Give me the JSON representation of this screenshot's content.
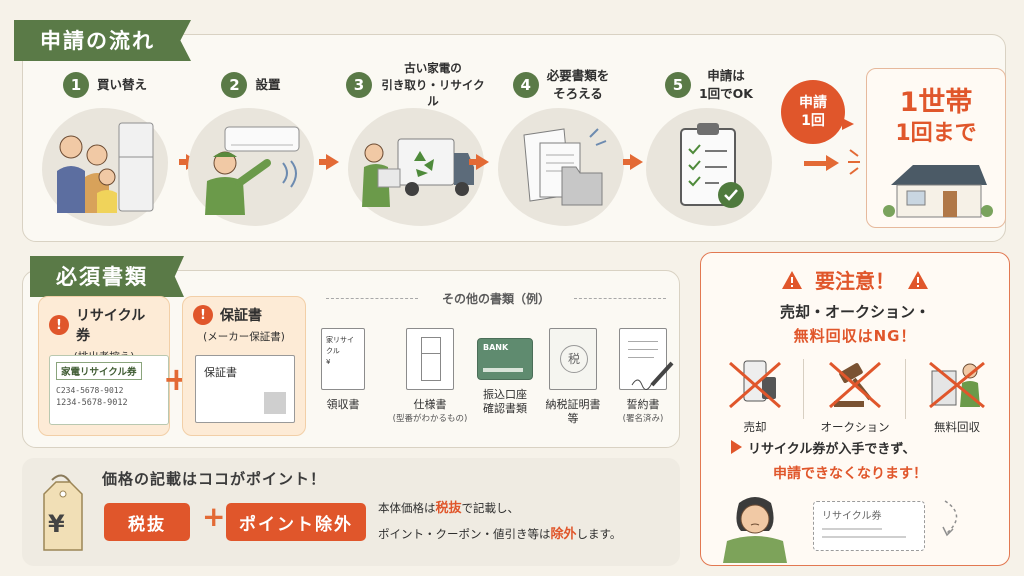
{
  "flow": {
    "title": "申請の流れ",
    "steps": [
      {
        "num": "1",
        "label": "買い替え",
        "icon": "family-fridge-icon"
      },
      {
        "num": "2",
        "label": "設置",
        "icon": "aircon-installer-icon"
      },
      {
        "num": "3",
        "label": "古い家電の\n引き取り・リサイクル",
        "icon": "recycle-truck-icon"
      },
      {
        "num": "4",
        "label": "必要書類を\nそろえる",
        "icon": "documents-folder-icon"
      },
      {
        "num": "5",
        "label": "申請は\n1回でOK",
        "icon": "checklist-clipboard-icon"
      }
    ],
    "bubble": "申請\n1回",
    "limit_line1": "1世帯",
    "limit_line2": "1回まで",
    "limit_icon": "house-icon"
  },
  "docs": {
    "title": "必須書類",
    "recycle_ticket": {
      "name": "リサイクル券",
      "sub": "(排出者控え)",
      "card_title": "家電リサイクル券",
      "card_code": "C234-5678-9012",
      "card_number": "1234-5678-9012"
    },
    "plus": "+",
    "warranty": {
      "name": "保証書",
      "sub": "(メーカー保証書)",
      "card_title": "保証書"
    },
    "others_title": "その他の書類（例）",
    "others": [
      {
        "name": "領収書",
        "note": "",
        "icon": "receipt-icon",
        "mark": "家リサイクル\n¥"
      },
      {
        "name": "仕様書",
        "note": "(型番がわかるもの)",
        "icon": "spec-sheet-fridge-icon",
        "mark": ""
      },
      {
        "name": "振込口座\n確認書類",
        "note": "",
        "icon": "bank-card-icon",
        "mark": "BANK"
      },
      {
        "name": "納税証明書\n等",
        "note": "",
        "icon": "tax-certificate-icon",
        "mark": "税"
      },
      {
        "name": "誓約書",
        "note": "(署名済み)",
        "icon": "pledge-pen-icon",
        "mark": ""
      }
    ]
  },
  "price": {
    "heading": "価格の記載はココがポイント！",
    "tag_icon": "price-tag-yen-icon",
    "yen": "¥",
    "chip1": "税抜",
    "plus": "+",
    "chip2": "ポイント除外",
    "body_line1_pre": "本体価格は",
    "body_line1_em": "税抜",
    "body_line1_post": "で記載し、",
    "body_line2_pre": "ポイント・クーポン・値引き等は",
    "body_line2_em": "除外",
    "body_line2_post": "します。"
  },
  "caution": {
    "title": "要注意！",
    "line1": "売却・オークション・",
    "line2": "無料回収はNG！",
    "items": [
      {
        "label": "売却",
        "icon": "phone-sale-icon"
      },
      {
        "label": "オークション",
        "icon": "auction-gavel-icon"
      },
      {
        "label": "無料回収",
        "icon": "free-pickup-icon"
      }
    ],
    "consequence1": "リサイクル券が入手できず、",
    "consequence2": "申請できなくなります！",
    "lost_ticket": "リサイクル券"
  },
  "colors": {
    "green": "#5a7a47",
    "orange": "#e0562b",
    "background": "#f6f2e9"
  }
}
